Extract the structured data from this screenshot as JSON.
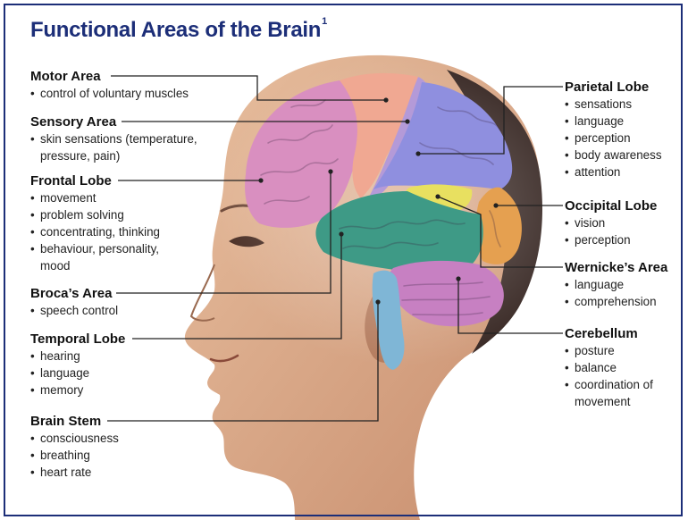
{
  "title": "Functional Areas of the Brain",
  "title_superscript": "1",
  "callouts": {
    "motor_area": {
      "heading": "Motor Area",
      "items": [
        "control of voluntary muscles"
      ]
    },
    "sensory_area": {
      "heading": "Sensory Area",
      "items": [
        "skin sensations (temperature, pressure, pain)"
      ]
    },
    "frontal_lobe": {
      "heading": "Frontal Lobe",
      "items": [
        "movement",
        "problem solving",
        "concentrating, thinking",
        "behaviour, personality, mood"
      ]
    },
    "brocas_area": {
      "heading": "Broca’s Area",
      "items": [
        "speech control"
      ]
    },
    "temporal_lobe": {
      "heading": "Temporal Lobe",
      "items": [
        "hearing",
        "language",
        "memory"
      ]
    },
    "brain_stem": {
      "heading": "Brain Stem",
      "items": [
        "consciousness",
        "breathing",
        "heart rate"
      ]
    },
    "parietal_lobe": {
      "heading": "Parietal Lobe",
      "items": [
        "sensations",
        "language",
        "perception",
        "body awareness",
        "attention"
      ]
    },
    "occipital_lobe": {
      "heading": "Occipital Lobe",
      "items": [
        "vision",
        "perception"
      ]
    },
    "wernickes_area": {
      "heading": "Wernicke’s Area",
      "items": [
        "language",
        "comprehension"
      ]
    },
    "cerebellum": {
      "heading": "Cerebellum",
      "items": [
        "posture",
        "balance",
        "coordination of movement"
      ]
    }
  },
  "colors": {
    "title": "#1c2e78",
    "frame": "#1c2e78",
    "skin": "#e0b294",
    "skin_shadow": "#b47c5e",
    "hair": "#3a2a26",
    "frontal_lobe": "#d98fc0",
    "motor_area": "#f0a892",
    "sensory_area": "#b49ad8",
    "parietal_lobe": "#8f8fdf",
    "occipital_lobe": "#e5a050",
    "wernickes_area": "#e8e060",
    "temporal_lobe": "#3e9a86",
    "cerebellum": "#c780c2",
    "brain_stem": "#7fb6d6",
    "leader_line": "#222222"
  }
}
